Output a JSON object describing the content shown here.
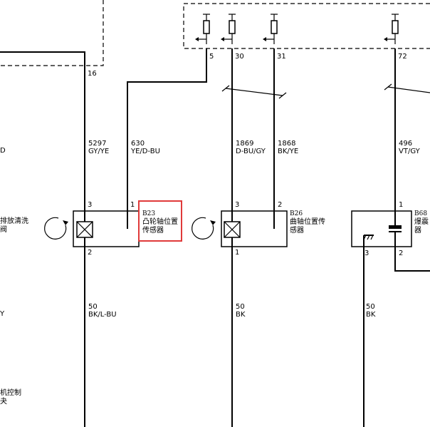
{
  "ecu_pins": [
    "5",
    "30",
    "31",
    "72"
  ],
  "left_connector_pin": "16",
  "wires": {
    "w5297": {
      "num": "5297",
      "color": "GY/YE"
    },
    "w630": {
      "num": "630",
      "color": "YE/D-BU"
    },
    "w1869": {
      "num": "1869",
      "color": "D-BU/GY"
    },
    "w1868": {
      "num": "1868",
      "color": "BK/YE"
    },
    "w496": {
      "num": "496",
      "color": "VT/GY"
    },
    "g1": {
      "num": "50",
      "color": "BK/L-BU"
    },
    "g2": {
      "num": "50",
      "color": "BK"
    },
    "g3": {
      "num": "50",
      "color": "BK"
    }
  },
  "components": {
    "b23": {
      "id": "B23",
      "name_line1": "凸轮轴位置",
      "name_line2": "传感器",
      "pins": {
        "p3": "3",
        "p1": "1",
        "p2": "2"
      }
    },
    "b26": {
      "id": "B26",
      "name_line1": "曲轴位置传",
      "name_line2": "感器",
      "pins": {
        "p3": "3",
        "p2": "2",
        "p1": "1"
      }
    },
    "b68": {
      "id": "B68",
      "name_line1": "爆震",
      "name_line2": "器",
      "pins": {
        "p1": "1",
        "p3": "3",
        "p2": "2"
      }
    }
  },
  "left_edge_text": {
    "t1": "D",
    "t2": "排放清洗",
    "t3": "阀",
    "t4": "Y",
    "t5": "机控制",
    "t6": "夬"
  },
  "highlight_color": "#e03a3a"
}
